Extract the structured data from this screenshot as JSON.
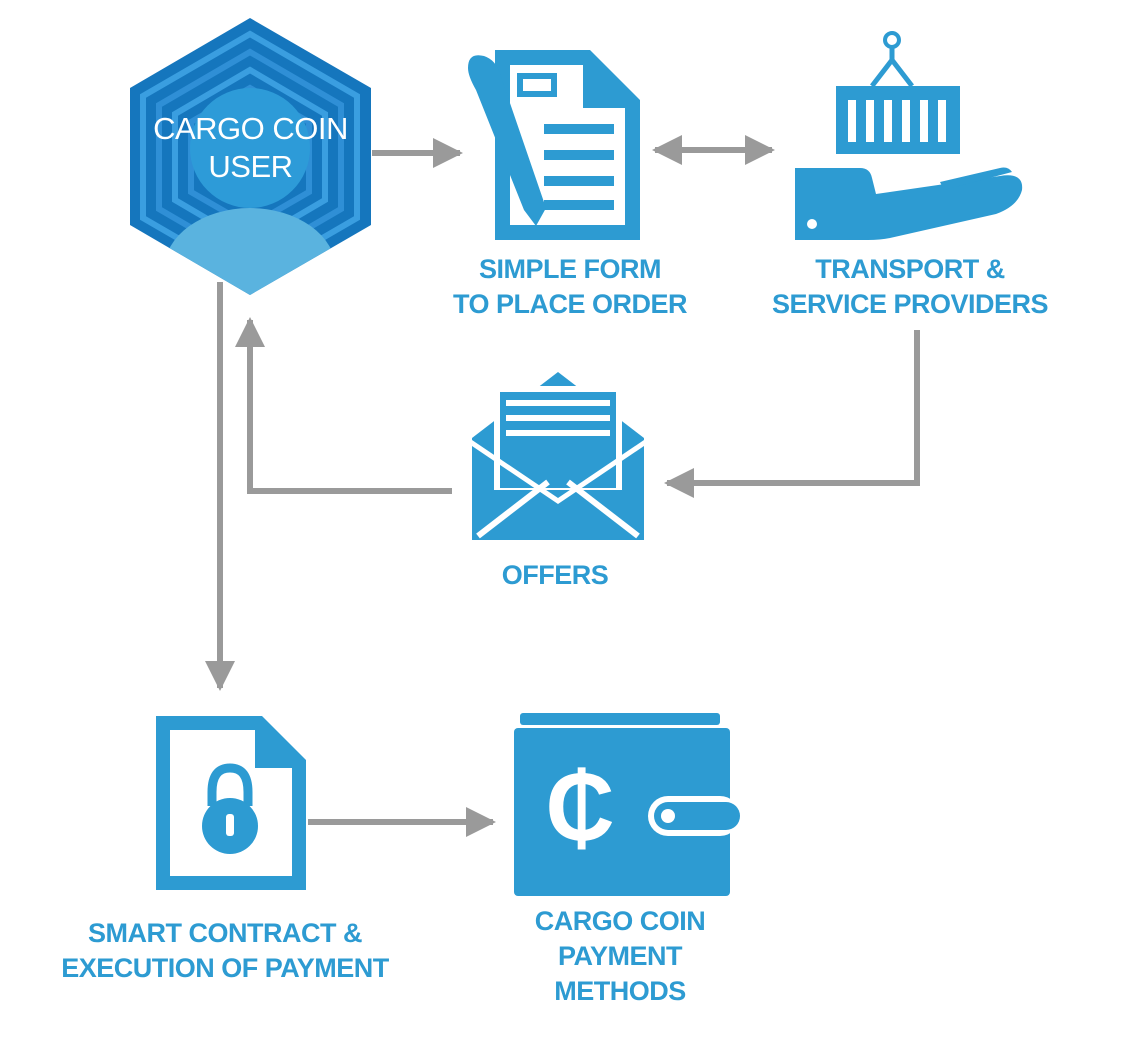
{
  "colors": {
    "primary": "#2d9bd2",
    "hex_dark": "#1576bd",
    "hex_light": "#2a8fd2",
    "arrow": "#9a9a9a"
  },
  "nodes": {
    "user": {
      "line1": "CARGO COIN",
      "line2": "USER",
      "icon": "user-hexagon-icon"
    },
    "form": {
      "line1": "SIMPLE FORM",
      "line2": "TO PLACE ORDER",
      "icon": "form-document-icon"
    },
    "transport": {
      "line1": "TRANSPORT &",
      "line2": "SERVICE PROVIDERS",
      "icon": "container-hand-icon"
    },
    "offers": {
      "line1": "OFFERS",
      "icon": "envelope-letter-icon"
    },
    "contract": {
      "line1": "SMART CONTRACT &",
      "line2": "EXECUTION OF PAYMENT",
      "icon": "locked-document-icon"
    },
    "payment": {
      "line1": "CARGO COIN",
      "line2": "PAYMENT",
      "line3": "METHODS",
      "icon": "wallet-coin-icon",
      "symbol": "₵"
    }
  }
}
